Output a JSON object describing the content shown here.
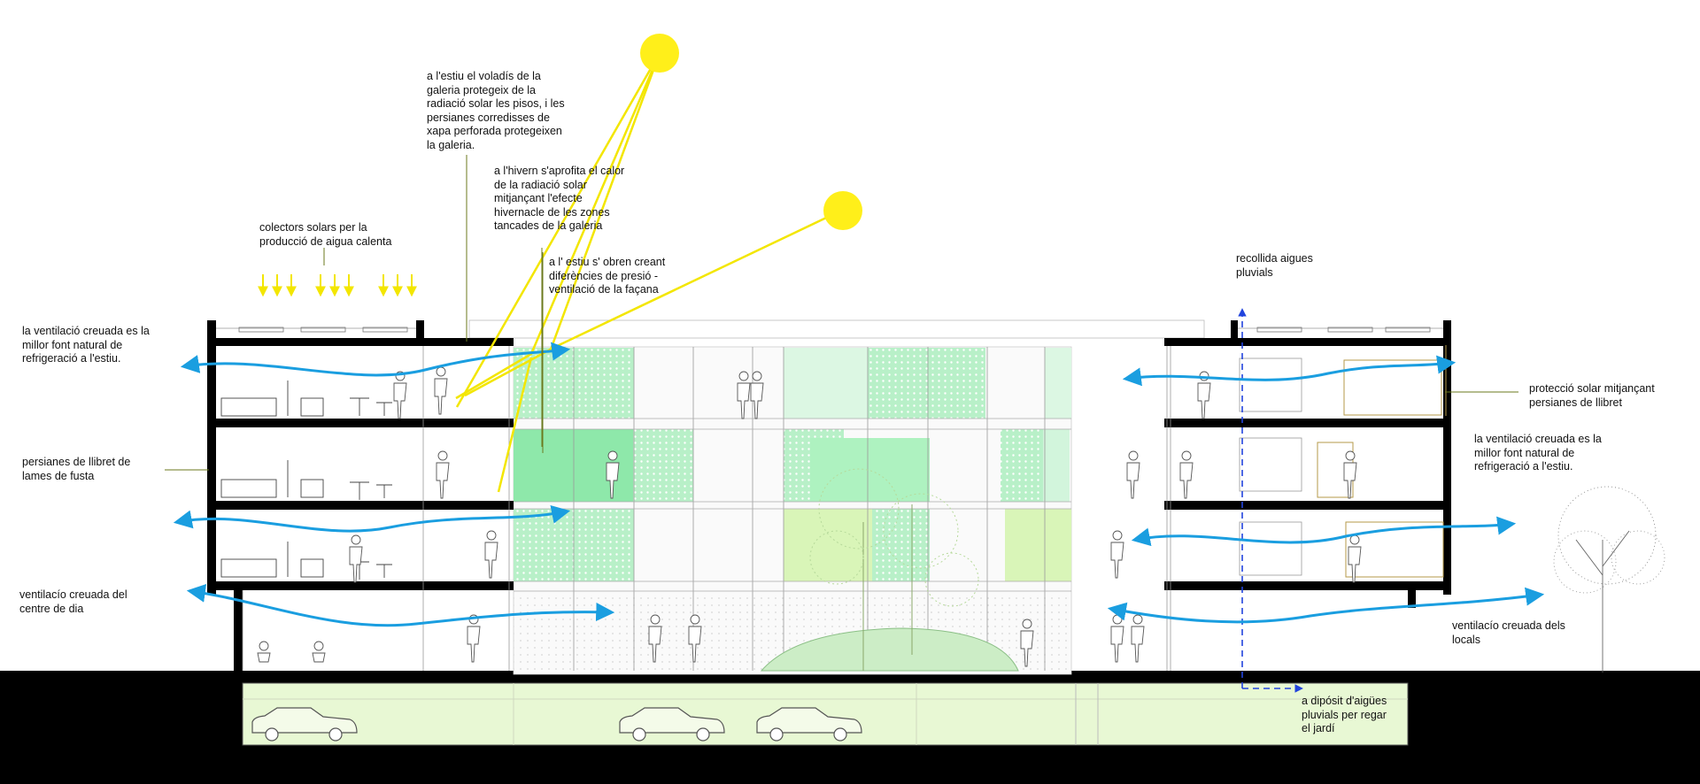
{
  "annotations": {
    "summer_overhang": "a l'estiu el voladís de la\ngaleria protegeix de la\nradiació solar les pisos, i les\npersianes corredisses de\nxapa perforada protegeixen\nla galeria.",
    "winter_greenhouse": "a l'hivern s'aprofita el calor\nde la radiació solar\nmitjançant l'efecte\nhivernacle de les zones\ntancades de la galeria",
    "facade_ventilation": "a l' estiu s' obren creant\ndiferències de presió -\nventilació de la façana",
    "solar_collectors": "colectors solars per la\nproducció de aigua calenta",
    "rainwater_collection": "recollida aigues\npluvials",
    "cross_ventilation_left": "la ventilació creuada es la\nmillor font natural de\nrefrigeració a  l'estiu.",
    "wood_blinds": "persianes de llibret de\nlames de fusta",
    "day_centre_ventilation": "ventilacío creuada del\ncentre de dia",
    "solar_protection_right": "protecció solar mitjançant\npersianes de llibret",
    "cross_ventilation_right": "la ventilació creuada es la\nmillor font natural de\nrefrigeració a l'estiu.",
    "shops_ventilation": "ventilacío creuada dels\nlocals",
    "rainwater_tank": "a dipósit d'aigües\npluvials per regar\nel jardí"
  },
  "colors": {
    "sun": "#ffef1a",
    "sun_ray": "#f3e600",
    "airflow": "#1a9ee0",
    "rainwater_path": "#2244dd",
    "glass_green": "#b8f0c8",
    "glass_green_deep": "#8ee8aa",
    "parking_green": "#e8f8d4",
    "leader_line": "#6b7a1e",
    "structure": "#000000"
  },
  "icons": [
    "sun-icon",
    "solar-arrow-icon",
    "airflow-arrow-icon",
    "rainwater-arrow-icon",
    "car-icon",
    "tree-icon",
    "person-icon"
  ]
}
